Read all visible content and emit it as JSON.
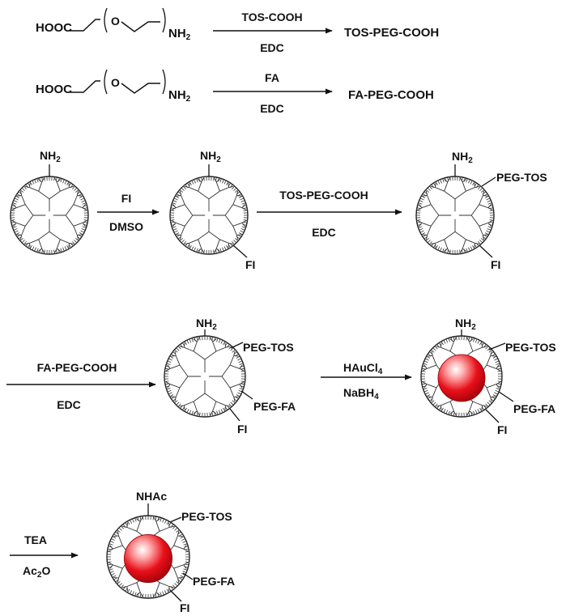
{
  "reactions": [
    {
      "reactant_prefix": "HOOC",
      "reactant_terminal": "NH",
      "reactant_terminal_sub": "2",
      "reagent_top": "TOS-COOH",
      "reagent_bottom": "EDC",
      "product": "TOS-PEG-COOH"
    },
    {
      "reactant_prefix": "HOOC",
      "reactant_terminal": "NH",
      "reactant_terminal_sub": "2",
      "reagent_top": "FA",
      "reagent_bottom": "EDC",
      "product": "FA-PEG-COOH"
    }
  ],
  "steps": [
    {
      "reagent_top": "FI",
      "reagent_bottom": "DMSO"
    },
    {
      "reagent_top": "TOS-PEG-COOH",
      "reagent_bottom": "EDC"
    },
    {
      "reagent_top": "FA-PEG-COOH",
      "reagent_bottom": "EDC"
    },
    {
      "reagent_top": "HAuCl",
      "reagent_top_sub": "4",
      "reagent_bottom": "NaBH",
      "reagent_bottom_sub": "4"
    },
    {
      "reagent_top": "TEA",
      "reagent_bottom": "Ac",
      "reagent_bottom_sub": "2",
      "reagent_bottom_suffix": "O"
    }
  ],
  "dendrimers": [
    {
      "labels": {
        "top": "NH",
        "top_sub": "2"
      },
      "gold_core": false
    },
    {
      "labels": {
        "top": "NH",
        "top_sub": "2",
        "fi": "FI"
      },
      "gold_core": false
    },
    {
      "labels": {
        "top": "NH",
        "top_sub": "2",
        "tos": "PEG-TOS",
        "fi": "FI"
      },
      "gold_core": false
    },
    {
      "labels": {
        "top": "NH",
        "top_sub": "2",
        "tos": "PEG-TOS",
        "fa": "PEG-FA",
        "fi": "FI"
      },
      "gold_core": false
    },
    {
      "labels": {
        "top": "NH",
        "top_sub": "2",
        "tos": "PEG-TOS",
        "fa": "PEG-FA",
        "fi": "FI"
      },
      "gold_core": true
    },
    {
      "labels": {
        "top": "NHAc",
        "tos": "PEG-TOS",
        "fa": "PEG-FA",
        "fi": "FI"
      },
      "gold_core": true
    }
  ],
  "ring_atom": "O",
  "colors": {
    "gold_core": "#e8101a",
    "ink": "#111111"
  }
}
